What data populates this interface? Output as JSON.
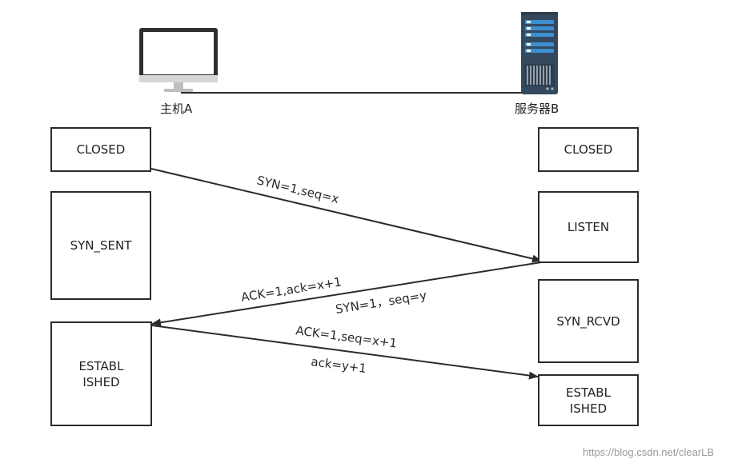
{
  "hosts": {
    "client_label": "主机A",
    "server_label": "服务器B"
  },
  "client_states": {
    "closed": "CLOSED",
    "syn_sent": "SYN_SENT",
    "established_line1": "ESTABL",
    "established_line2": "ISHED"
  },
  "server_states": {
    "closed": "CLOSED",
    "listen": "LISTEN",
    "syn_rcvd": "SYN_RCVD",
    "established_line1": "ESTABL",
    "established_line2": "ISHED"
  },
  "messages": {
    "first": "SYN=1,seq=x",
    "second_a": "ACK=1,ack=x+1",
    "second_b": "SYN=1，seq=y",
    "third_a": "ACK=1,seq=x+1",
    "third_b": "ack=y+1"
  },
  "watermark": "https://blog.csdn.net/clearLB",
  "colors": {
    "line": "#2b2b2b",
    "monitor_frame": "#2f2f2f",
    "monitor_stand": "#bfbfbf",
    "server_body": "#34495e",
    "server_slot": "#3d8fd1"
  },
  "icons": {
    "client": "desktop-monitor-icon",
    "server": "server-rack-icon"
  }
}
